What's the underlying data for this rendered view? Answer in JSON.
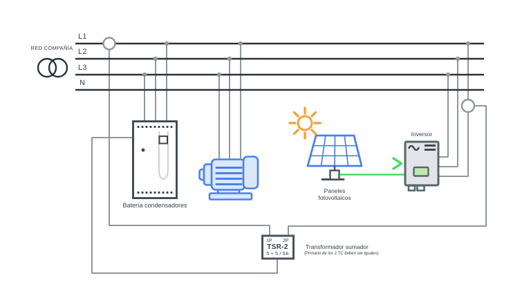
{
  "utility": {
    "label": "RED COMPAÑÍA",
    "icon": "utility-transformer-icon"
  },
  "bus": {
    "l1": "L1",
    "l2": "L2",
    "l3": "L3",
    "n": "N"
  },
  "capacitor_bank": {
    "label": "Batería condensadores",
    "icon": "capacitor-bank-icon"
  },
  "motor": {
    "icon": "motor-icon"
  },
  "solar": {
    "label_line1": "Paneles",
    "label_line2": "fotovoltaicos",
    "sun_icon": "sun-icon",
    "panel_icon": "solar-panel-icon"
  },
  "inverter": {
    "label": "Inversor",
    "icon": "inverter-icon"
  },
  "summation_transformer": {
    "terminal_primary_1": "1P",
    "terminal_primary_2": "2P",
    "model": "TSR-2",
    "rating": "5 + 5 / 5A",
    "title": "Transformador sumador",
    "note": "(Primario de los 2 TC deben ser iguales)"
  },
  "colors": {
    "bus_line": "#2a313a",
    "wire_gray": "#8f979e",
    "blue_stroke": "#4a80e9",
    "blue_fill": "#dbe7fb",
    "orange": "#f2a33c",
    "green": "#3ae05f",
    "inverter_border": "#54696a",
    "inverter_fill": "#e4e4e8",
    "screen_fill": "#bce9b0",
    "text": "#38404a"
  }
}
